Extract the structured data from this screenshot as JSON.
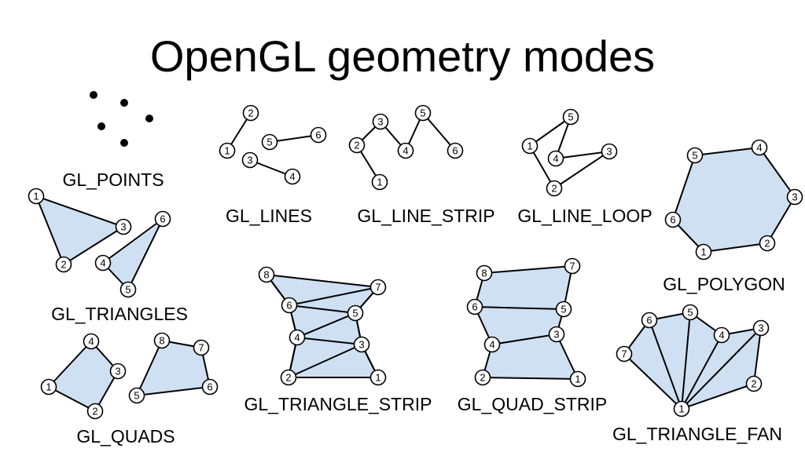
{
  "title": "OpenGL geometry modes",
  "colors": {
    "fill": "#cfe0f3",
    "stroke": "#000000",
    "vertex_bg": "#ffffff"
  },
  "modes": [
    {
      "id": "points",
      "label": "GL_POINTS"
    },
    {
      "id": "lines",
      "label": "GL_LINES"
    },
    {
      "id": "line_strip",
      "label": "GL_LINE_STRIP"
    },
    {
      "id": "line_loop",
      "label": "GL_LINE_LOOP"
    },
    {
      "id": "polygon",
      "label": "GL_POLYGON"
    },
    {
      "id": "triangles",
      "label": "GL_TRIANGLES"
    },
    {
      "id": "triangle_strip",
      "label": "GL_TRIANGLE_STRIP"
    },
    {
      "id": "quad_strip",
      "label": "GL_QUAD_STRIP"
    },
    {
      "id": "quads",
      "label": "GL_QUADS"
    },
    {
      "id": "triangle_fan",
      "label": "GL_TRIANGLE_FAN"
    }
  ]
}
